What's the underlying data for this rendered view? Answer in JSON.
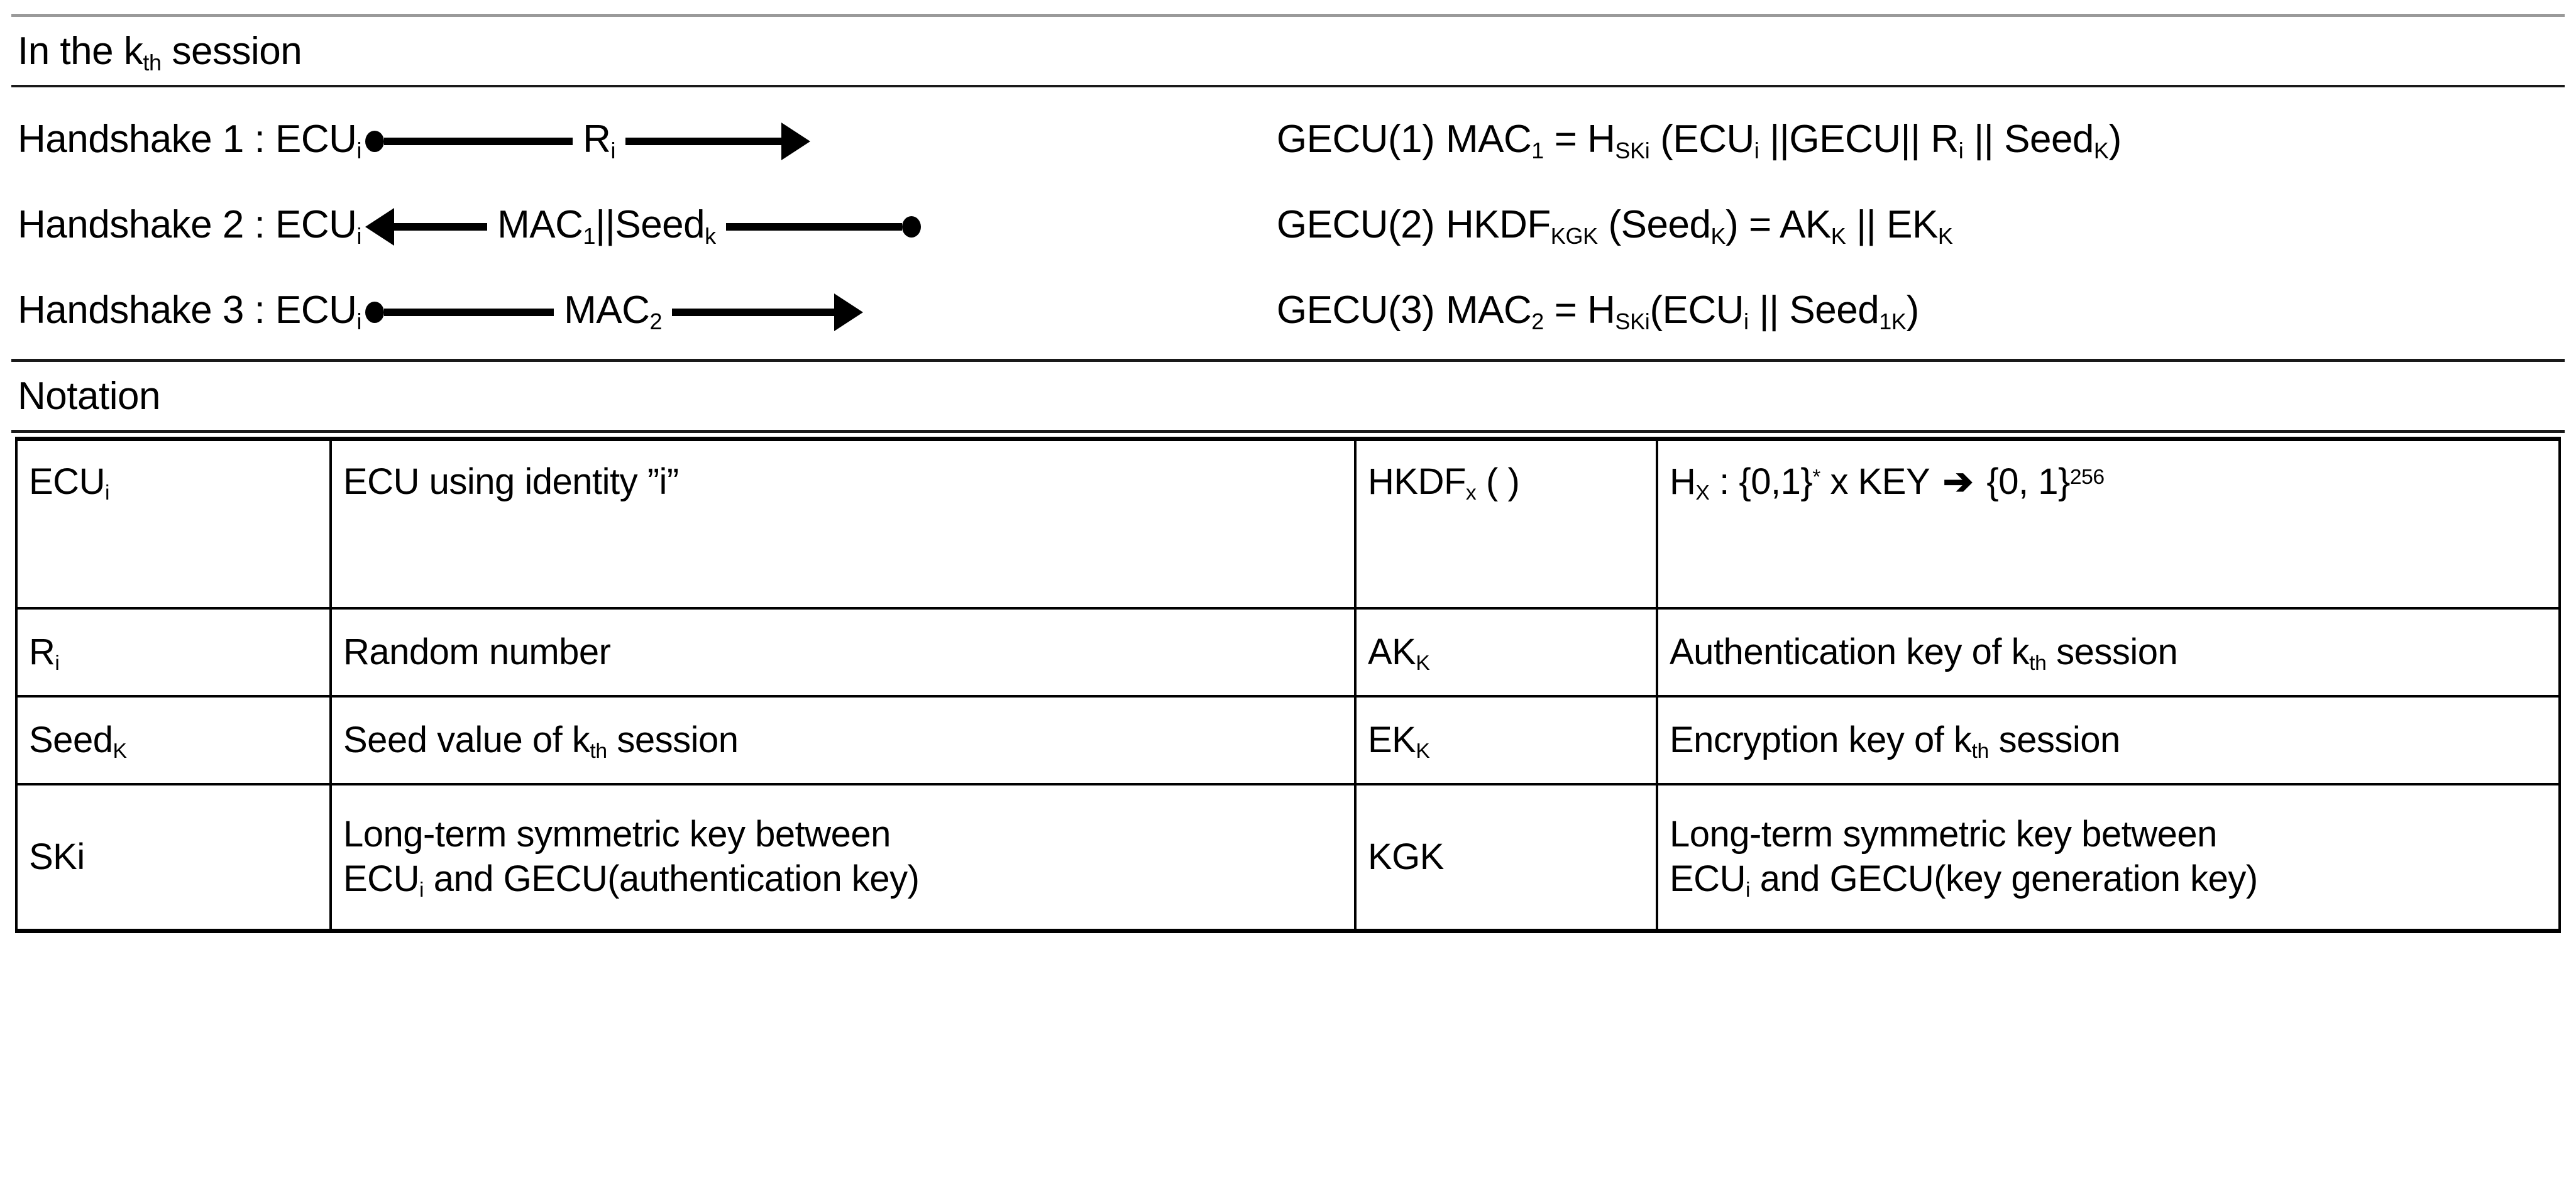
{
  "sections": {
    "session_heading": "In the k",
    "session_heading_sub": "th",
    "session_heading_tail": " session",
    "notation_heading": "Notation"
  },
  "handshakes": [
    {
      "label": "Handshake 1 : ECU",
      "label_sub": "i",
      "mid_label": "R",
      "mid_label_sub": "i",
      "endpoint": "GECU",
      "direction": "right",
      "dot_side": "left"
    },
    {
      "label": "Handshake 2 : ECU",
      "label_sub": "i",
      "mid_label": "MAC",
      "mid_label_sub": "1",
      "mid_label_tail": "||Seed",
      "mid_label_sub2": "k",
      "endpoint": "GECU",
      "direction": "left",
      "dot_side": "right"
    },
    {
      "label": "Handshake 3 : ECU",
      "label_sub": "i",
      "mid_label": "MAC",
      "mid_label_sub": "2",
      "endpoint": "GECU",
      "direction": "right",
      "dot_side": "left"
    }
  ],
  "equations": [
    {
      "num": "(1)",
      "lhs": "MAC",
      "lhs_sub": "1",
      "eq": " = H",
      "eq_sub": "SKi",
      "rhs_1": " (ECU",
      "rhs_sub_1": "i",
      "rhs_2": " ||GECU|| R",
      "rhs_sub_2": "i",
      "rhs_3": " || Seed",
      "rhs_sub_3": "K",
      "rhs_4": ")"
    },
    {
      "num": "(2)",
      "lhs": "HKDF",
      "lhs_sub": "KGK",
      "eq": " (Seed",
      "eq_sub": "K",
      "rhs_1": ") = AK",
      "rhs_sub_1": "K",
      "rhs_2": " || EK",
      "rhs_sub_2": "K",
      "rhs_3": "",
      "rhs_sub_3": "",
      "rhs_4": ""
    },
    {
      "num": "(3)",
      "lhs": "MAC",
      "lhs_sub": "2",
      "eq": " = H",
      "eq_sub": "SKi",
      "rhs_1": "(ECU",
      "rhs_sub_1": "i",
      "rhs_2": " || Seed",
      "rhs_sub_2": "1K",
      "rhs_3": ")",
      "rhs_sub_3": "",
      "rhs_4": ""
    }
  ],
  "notation_table": {
    "rows": [
      {
        "symbol": "ECU",
        "symbol_sub": "i",
        "description": "ECU using identity ”i”",
        "symbol2": "HKDF",
        "symbol2_sub": "x",
        "symbol2_tail": " ( )",
        "description2_pre": "H",
        "description2_sub": "X",
        "description2_mid": " : {0,1}",
        "description2_sup": "*",
        "description2_mid2": " x KEY ",
        "description2_arrow": "➔",
        "description2_mid3": " {0, 1}",
        "description2_sup2": "256"
      },
      {
        "symbol": "R",
        "symbol_sub": "i",
        "description": "Random number",
        "symbol2": "AK",
        "symbol2_sub": "K",
        "description2_pre": "Authentication key of k",
        "description2_sub": "th",
        "description2_mid": " session"
      },
      {
        "symbol": "Seed",
        "symbol_sub": "K",
        "description_pre": "Seed value of k",
        "description_sub": "th",
        "description_tail": " session",
        "symbol2": "EK",
        "symbol2_sub": "K",
        "description2_pre": "Encryption key of k",
        "description2_sub": "th",
        "description2_mid": " session"
      },
      {
        "symbol": "SKi",
        "description_line1": "Long-term symmetric key between",
        "description_line2_pre": "ECU",
        "description_line2_sub": "i",
        "description_line2_tail": " and GECU(authentication key)",
        "symbol2": "KGK",
        "description2_line1": "Long-term symmetric key between",
        "description2_line2_pre": "ECU",
        "description2_line2_sub": "i",
        "description2_line2_tail": " and GECU(key generation key)"
      }
    ]
  },
  "colors": {
    "rule_gray": "#9a9a9a",
    "rule_black": "#1a1a1a",
    "text": "#000000",
    "background": "#ffffff"
  }
}
